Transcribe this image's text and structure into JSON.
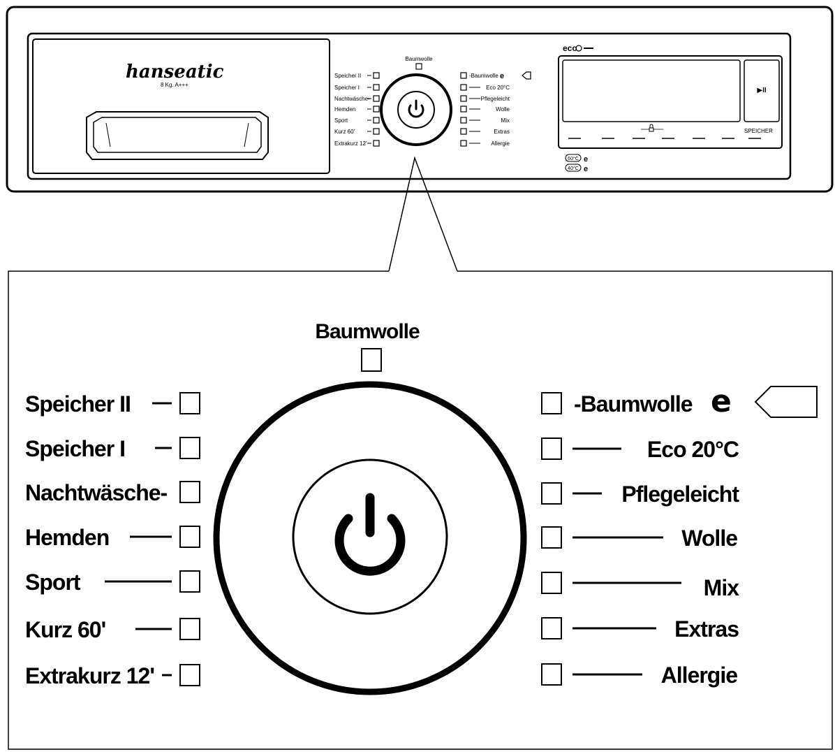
{
  "overview": {
    "brand": "hanseatic",
    "capacity": "8 Kg. A+++",
    "dial_top_label": "Baumwolle",
    "left_programs": [
      "Speicher II",
      "Speicher I",
      "Nachtwäsche-",
      "Hemden",
      "Sport",
      "Kurz 60'",
      "Extrakurz 12'"
    ],
    "right_programs": [
      "-Baumwolle",
      "Eco 20°C",
      "Pflegeleicht",
      "Wolle",
      "Mix",
      "Extras",
      "Allergie"
    ],
    "eco_label": "eco",
    "start_pause_label": "▶II",
    "memory_label": "SPEICHER",
    "temp_badges": [
      "60°C",
      "40°C"
    ],
    "e_symbol": "e"
  },
  "detail": {
    "dial_top_label": "Baumwolle",
    "left_programs": [
      "Speicher II",
      "Speicher I",
      "Nachtwäsche-",
      "Hemden",
      "Sport",
      "Kurz 60'",
      "Extrakurz 12'"
    ],
    "right_programs": [
      "-Baumwolle",
      "Eco 20°C",
      "Pflegeleicht",
      "Wolle",
      "Mix",
      "Extras",
      "Allergie"
    ],
    "e_symbol": "e",
    "power_icon": "power-icon"
  }
}
